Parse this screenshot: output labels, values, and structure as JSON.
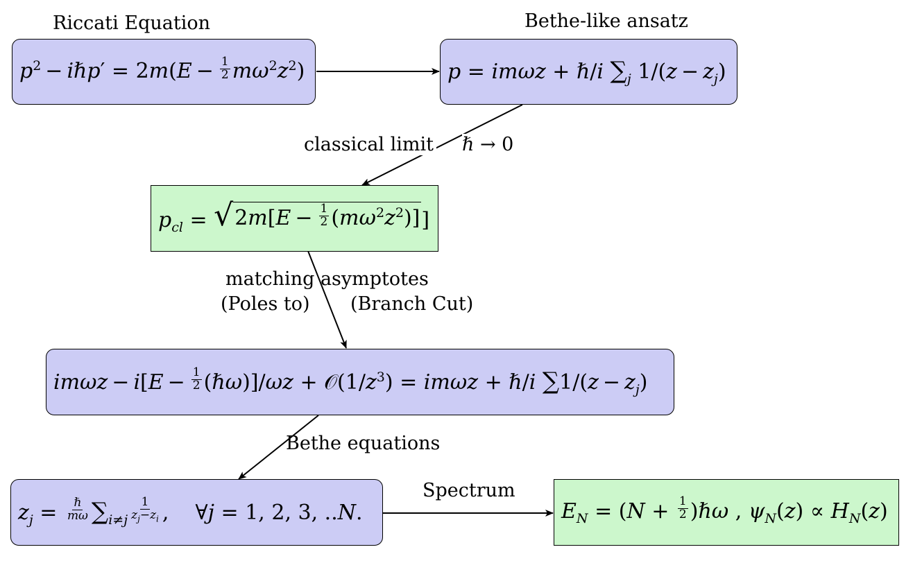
{
  "labels": {
    "riccati_title": "Riccati Equation",
    "bethe_title": "Bethe-like ansatz",
    "classical_limit": "classical limit",
    "hbar_limit": "ℏ → 0",
    "matching": "matching asymptotes",
    "poles_to": "(Poles to)",
    "branch_cut": "(Branch Cut)",
    "bethe_equations": "Bethe equations",
    "spectrum": "Spectrum"
  },
  "equations": {
    "riccati": "p² − iℏp′ = 2m(E − ½mω²z²)",
    "ansatz": "p = imωz + ℏ/i Σⱼ 1/(z − zⱼ)",
    "classical": "p_cl = √(2m[E − ½(mω²z²)])",
    "matching": "imωz − i[E − ½(ℏω)]/ωz + 𝒪(1/z³) = imωz + ℏ/i Σ 1/(z − zⱼ)",
    "bethe": "zⱼ = ℏ/(mω) Σ_{i≠j} 1/(zⱼ − zᵢ),  ∀j = 1,2,3,..N.",
    "spectrum": "E_N = (N + ½)ℏω , ψ_N(z) ∝ H_N(z)"
  },
  "colors": {
    "blue_box": "#ccccf5",
    "green_box": "#ccf7cc"
  }
}
